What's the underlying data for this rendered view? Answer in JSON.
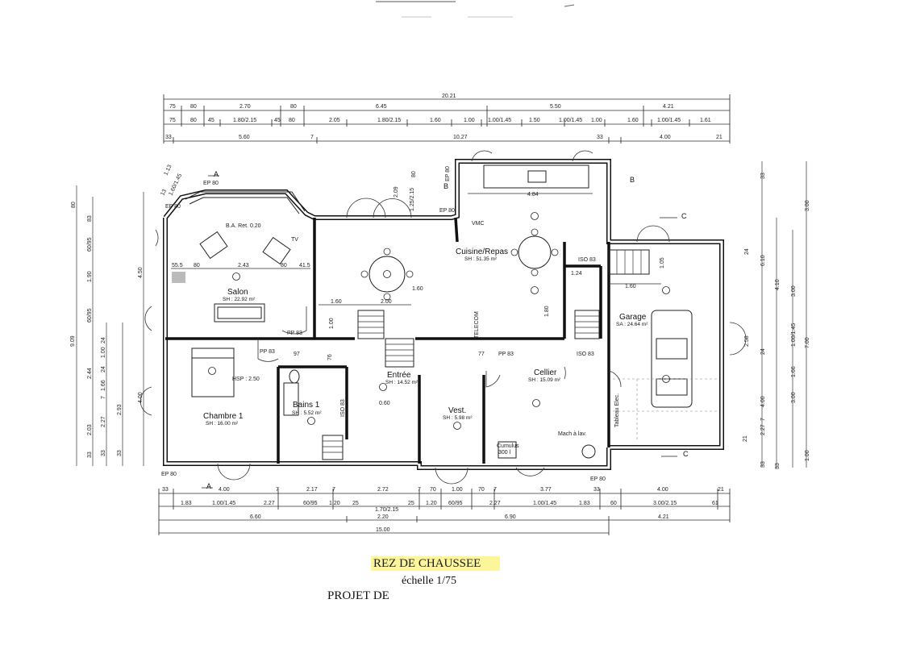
{
  "plan": {
    "title": "REZ DE CHAUSSEE",
    "scale": "échelle 1/75",
    "project": "PROJET DE",
    "highlight_color": "#fcf59a",
    "rooms": {
      "salon": {
        "name": "Salon",
        "area": "SH : 22.92 m²"
      },
      "chambre": {
        "name": "Chambre 1",
        "area": "SH : 16.00 m²"
      },
      "bains": {
        "name": "Bains 1",
        "area": "SH : 5.52 m²"
      },
      "entree": {
        "name": "Entrée",
        "area": "SH : 14.52 m²"
      },
      "vest": {
        "name": "Vest.",
        "area": "SH : 5.98 m²"
      },
      "cellier": {
        "name": "Cellier",
        "area": "SH : 15.09 m²"
      },
      "cuisine": {
        "name": "Cuisine/Repas",
        "area": "SH : 51.35 m²"
      },
      "garage": {
        "name": "Garage",
        "area": "SA : 24.64 m²"
      }
    },
    "labels": {
      "ba": "B.A. Ret. 0.20",
      "tv": "TV",
      "hsp": "HSP : 2.50",
      "vmc": "VMC",
      "telecom": "TELECOM",
      "tableau": "Tableau Elec.",
      "mach": "Mach à lav.",
      "cumulus": "Cumulus",
      "cumulus_l": "300 l",
      "r160": "1.60",
      "r060": "0.60",
      "ep80_1": "EP 80",
      "ep80_2": "EP 80",
      "ep80_3": "EP 80",
      "ep80_4": "EP 80",
      "ep80_5": "EP 80",
      "ep80_6": "EP 80",
      "pp83_1": "PP 83",
      "pp83_2": "PP 83",
      "pp83_3": "PP 83",
      "iso83_1": "ISO 83",
      "iso83_2": "ISO 83",
      "iso83_3": "ISO 83",
      "cut_a1": "A",
      "cut_a2": "A",
      "cut_b1": "B",
      "cut_b2": "B",
      "cut_c1": "C",
      "cut_c2": "C"
    },
    "dims_top": {
      "total": "20.21",
      "row1": [
        "75",
        "80",
        "2.70",
        "80",
        "6.45",
        "5.50",
        "4.21"
      ],
      "row2": [
        "75",
        "80",
        "45",
        "1.80/2.15",
        "45",
        "80",
        "2.05",
        "1.80/2.15",
        "1.60",
        "1.00",
        "1.00/1.45",
        "1.50",
        "1.00/1.45",
        "1.00",
        "1.60",
        "1.00/1.45",
        "1.61"
      ],
      "row3": [
        "33",
        "5.60",
        "7",
        "10.27",
        "33",
        "4.00",
        "21"
      ]
    },
    "dims_bottom": {
      "row1": [
        "33",
        "4.00",
        "7",
        "2.17",
        "7",
        "2.72",
        "7",
        "70",
        "1.00",
        "70",
        "7",
        "3.77",
        "33",
        "4.00",
        "21"
      ],
      "row2": [
        "1.83",
        "1.00/1.45",
        "2.27",
        "60/95",
        "1.20",
        "25",
        "1.70/2.15",
        "25",
        "1.20",
        "60/95",
        "2.27",
        "1.00/1.45",
        "1.83",
        "60",
        "3.00/2.15",
        "61"
      ],
      "row3": [
        "6.60",
        "2.20",
        "6.90",
        "4.21"
      ],
      "total": "15.00"
    },
    "dims_left": {
      "outer": "9.09",
      "a": [
        "80",
        "4.50",
        "4.00"
      ],
      "b": [
        "83",
        "60/95",
        "1.90",
        "60/95",
        "2.44",
        "2.03",
        "33"
      ],
      "c": [
        "24",
        "1.00",
        "24",
        "1.66",
        "7",
        "2.27",
        "33"
      ],
      "d": [
        "2.93",
        "33"
      ]
    },
    "dims_right": {
      "a": [
        "33",
        "6.10",
        "4.10",
        "33"
      ],
      "b": [
        "24",
        "2.58",
        "24",
        "4.00",
        "7",
        "2.27",
        "33"
      ],
      "c": [
        "3.00",
        "1.00/1.45",
        "1.66",
        "3.00",
        "21"
      ],
      "d": [
        "3.00",
        "7.00",
        "1.00"
      ]
    },
    "inner_dims": [
      "55.5",
      "80",
      "2.43",
      "80",
      "41.5",
      "1.60",
      "2.00",
      "1.60",
      "1.24",
      "1.80",
      "1.05",
      "97",
      "76",
      "77",
      "1.00",
      "2.09",
      "1.25/2.15",
      "80",
      "4.84",
      "1.13",
      "1.60/1.45",
      "13"
    ]
  }
}
